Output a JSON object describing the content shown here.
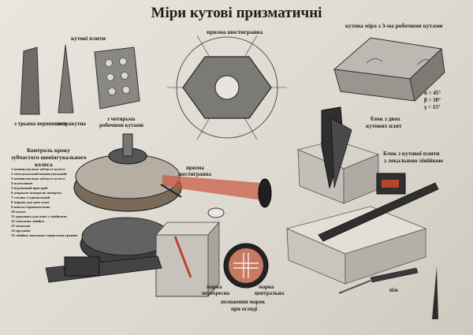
{
  "title": "Міри кутові призматичні",
  "labels": {
    "angular_plates": "кутові плити",
    "prism_hex": "призма шестигранна",
    "angular_measure": "кутова міра з 3-ма робочими кутами",
    "plate_one_vertex": "з трьома вершинами",
    "plate_acute": "гостракутна",
    "plate_four": "з чотирьма",
    "plate_four2": "робочими кутами",
    "block_two_title": "блок з двох",
    "block_two_title2": "кутових плит",
    "block_template_title": "Блок з кутової плити",
    "block_template_title2": "з лекальною лінійкою",
    "control_title": "Контроль кроку",
    "control_title2": "зубчастого шевінгувального",
    "control_title3": "колеса",
    "prism_small": "призма",
    "prism_small2": "шестигранна",
    "mark_zero": "марка",
    "mark_zero2": "перехресна",
    "mark_position": "положення марок",
    "mark_position2": "при огляді",
    "mark_center": "марка",
    "mark_center2": "центральна",
    "knife": "ніж",
    "angles": [
      "α = 45°",
      "β = 30°",
      "γ = 15°"
    ]
  },
  "legend_items": [
    "1-шевінгувальне зубчасте колесо",
    "2-заточувальний шевінгувальний",
    "3-шевінгувальне зубчасте колесо",
    "4-освітлювач",
    "5-відліковий пристрій",
    "6-дзеркало контролю повороту",
    "7-столик з'єднувальний",
    "8-оправа для двох плит",
    "9-шкала горизонтальна",
    "10-плита",
    "11-державка для плит з лінійками",
    "12-лекальна лінійка",
    "13-затискач",
    "14-пружина",
    "15-лінійка лекальна з шорсткою гранню"
  ],
  "colors": {
    "background": "#e2ded6",
    "metal": "#5a5a5a",
    "red": "#b8442e"
  }
}
